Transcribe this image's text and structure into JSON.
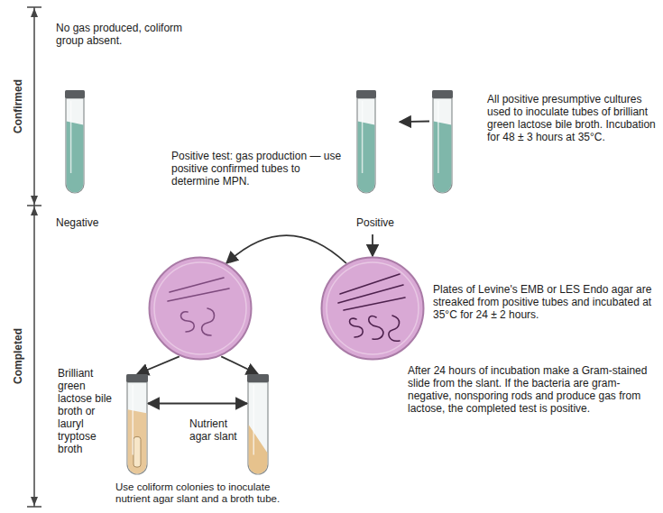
{
  "diagram": {
    "nodes": [
      {
        "text": [
          "No gas produced, coliform group absent.",
          "Negative"
        ]
      },
      {
        "text": [
          "Positive"
        ]
      },
      {
        "text": [
          "All positive presumptive cultures used to inoculate tubes of brilliant green lactose bile broth. Incubation for 48 ± 3 hours at 35°C."
        ]
      },
      {
        "text": [
          "Plates of Levine's EMB or LES Endo agar are streaked from positive tubes and incubated at 35°C for 24 ± 2 hours."
        ]
      },
      {
        "text": [
          "Use coliform colonies to inoculate nutrient agar slant and a broth tube."
        ]
      },
      {
        "text": [
          "Brilliant green lactose bile broth or lauryl tryptose broth"
        ]
      },
      {
        "text": [
          "Nutrient agar slant"
        ]
      }
    ],
    "edges": [
      {
        "from": 2,
        "to": 1,
        "arrow": "to"
      },
      {
        "from": 1,
        "to": 3,
        "arrow": "to"
      },
      {
        "from": 3,
        "to": 4,
        "arrow": "to"
      },
      {
        "from": 4,
        "to": 5,
        "arrow": "to"
      },
      {
        "from": 4,
        "to": 6,
        "arrow": "to"
      },
      {
        "from": 5,
        "to": 6,
        "arrow": "both"
      }
    ],
    "labels": [
      "Confirmed",
      "Completed",
      "Positive test: gas production — use positive confirmed tubes to determine MPN.",
      "After 24 hours of incubation make a Gram-stained slide from the slant. If the bacteria are gram-negative, nonsporing rods and produce gas from lactose, the completed test is positive."
    ]
  }
}
